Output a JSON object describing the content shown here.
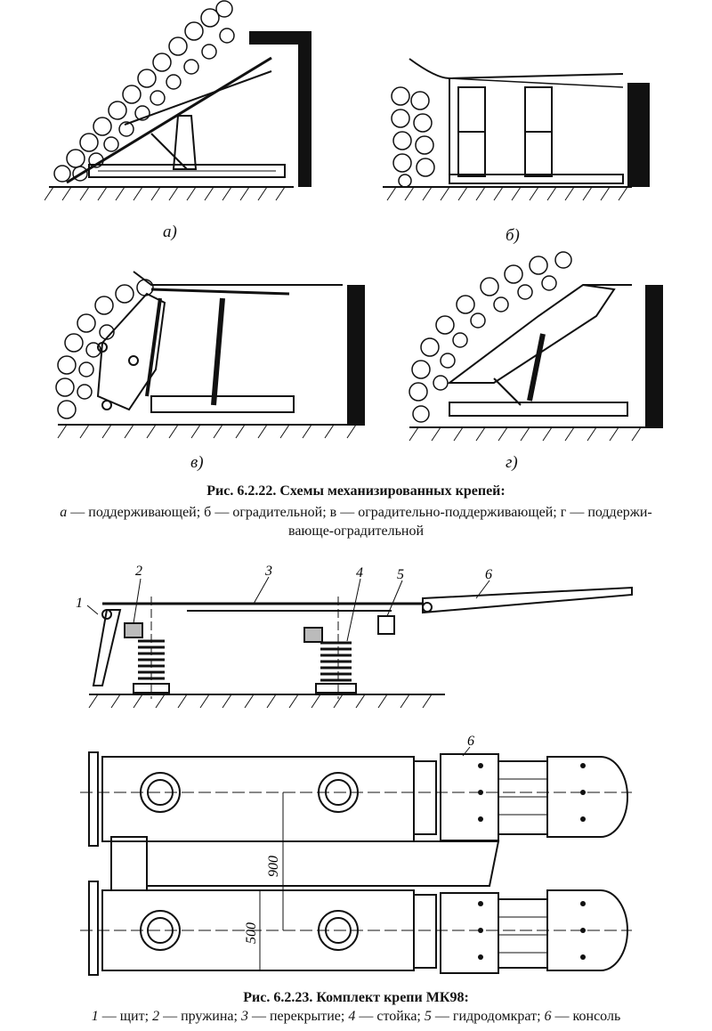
{
  "figure_22": {
    "sub_labels": {
      "a": "а)",
      "b": "б)",
      "v": "в)",
      "g": "г)"
    },
    "caption_title": "Рис. 6.2.22. Схемы механизированных крепей:",
    "caption_items": [
      {
        "key": "а",
        "text": "поддерживающей"
      },
      {
        "key": "б",
        "text": "оградительной"
      },
      {
        "key": "в",
        "text": "оградительно-поддерживающей"
      },
      {
        "key": "г",
        "text": "поддержи-вающе-оградительной"
      }
    ],
    "caption_line1": "поддерживающей; б — оградительной; в — оградительно-поддерживающей; г — поддержи-",
    "caption_line2": "вающе-оградительной"
  },
  "figure_23": {
    "callouts": [
      "1",
      "2",
      "3",
      "4",
      "5",
      "6"
    ],
    "plan_label": "6",
    "dim_900": "900",
    "dim_500": "500",
    "caption_title": "Рис. 6.2.23. Комплект крепи МК98:",
    "legend": [
      {
        "num": "1",
        "text": "щит"
      },
      {
        "num": "2",
        "text": "пружина"
      },
      {
        "num": "3",
        "text": "перекрытие"
      },
      {
        "num": "4",
        "text": "стойка"
      },
      {
        "num": "5",
        "text": "гидродомкрат"
      },
      {
        "num": "6",
        "text": "консоль"
      }
    ]
  }
}
